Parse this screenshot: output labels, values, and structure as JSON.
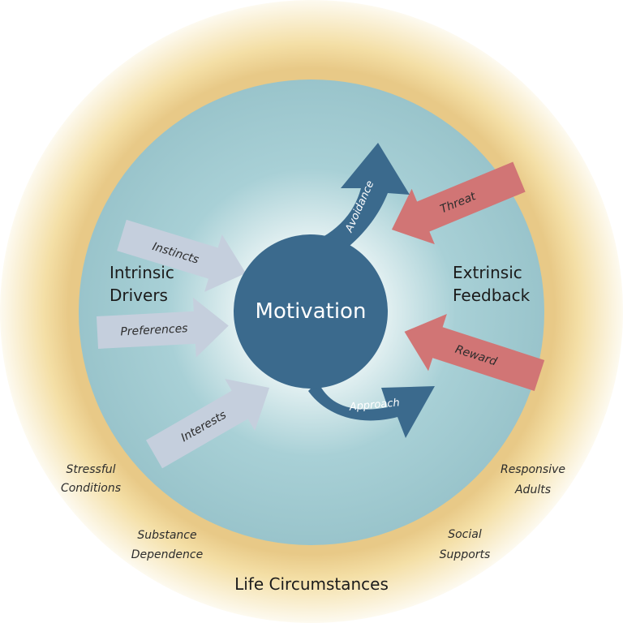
{
  "center": {
    "label": "Motivation"
  },
  "left_group": {
    "line1": "Intrinsic",
    "line2": "Drivers"
  },
  "right_group": {
    "line1": "Extrinsic",
    "line2": "Feedback"
  },
  "intrinsic_arrows": [
    {
      "label": "Instincts"
    },
    {
      "label": "Preferences"
    },
    {
      "label": "Interests"
    }
  ],
  "extrinsic_arrows": [
    {
      "label": "Threat"
    },
    {
      "label": "Reward"
    }
  ],
  "outgoing_arrows": {
    "avoidance": "Avoidance",
    "approach": "Approach"
  },
  "outer_ring": {
    "title": "Life Circumstances",
    "stressful": {
      "line1": "Stressful",
      "line2": "Conditions"
    },
    "substance": {
      "line1": "Substance",
      "line2": "Dependence"
    },
    "responsive": {
      "line1": "Responsive",
      "line2": "Adults"
    },
    "social": {
      "line1": "Social",
      "line2": "Supports"
    }
  },
  "colors": {
    "center_circle": "#3b6a8d",
    "inner_disc": "#9fcbd3",
    "outer_ring": "#f2d58f",
    "intrinsic_arrow": "#c5cfdd",
    "extrinsic_arrow": "#cf7b7b",
    "extrinsic_fade": "#e0b58a",
    "dark_text": "#1b1b1b"
  }
}
